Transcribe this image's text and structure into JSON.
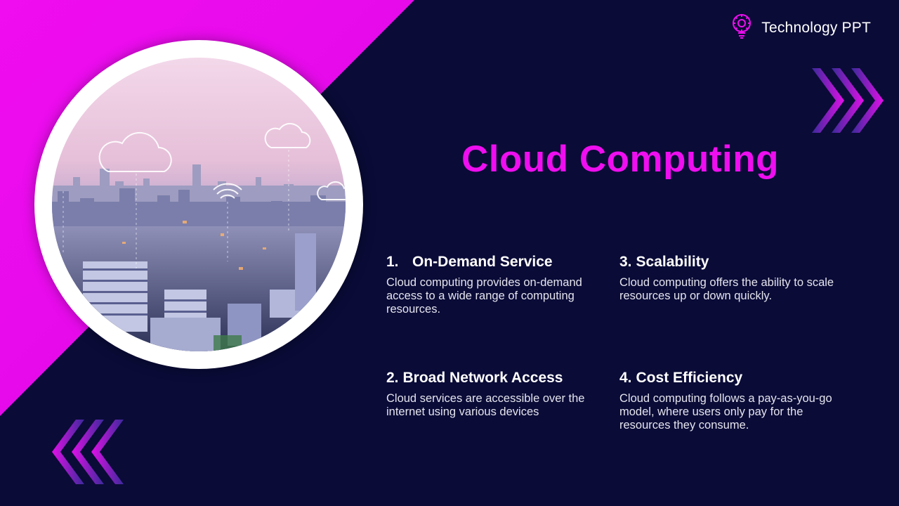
{
  "brand": {
    "name": "Technology PPT",
    "icon": "brain-gear-bulb-icon"
  },
  "title": "Cloud Computing",
  "colors": {
    "background": "#0a0b37",
    "accent": "#ee0eef",
    "text": "#ffffff"
  },
  "features": [
    {
      "number": "1.",
      "title": "On-Demand Service",
      "description": "Cloud computing provides on-demand access to a wide range of computing resources."
    },
    {
      "number": "2.",
      "title": "Broad Network Access",
      "description": "Cloud services are accessible over the internet using various devices"
    },
    {
      "number": "3.",
      "title": "Scalability",
      "description": "Cloud computing offers the ability to scale resources up or down quickly."
    },
    {
      "number": "4.",
      "title": "Cost Efficiency",
      "description": "Cloud computing follows a pay-as-you-go model, where users only pay for the resources they consume."
    }
  ],
  "decorations": {
    "top_right": "chevrons-right-icon",
    "bottom_left": "chevrons-left-icon"
  },
  "photo": {
    "subject": "city-skyline-with-cloud-icons"
  }
}
